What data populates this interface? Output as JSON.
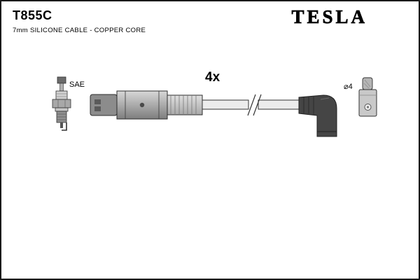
{
  "header": {
    "part_number": "T855C",
    "subtitle": "7mm SILICONE CABLE - COPPER CORE"
  },
  "brand": {
    "name": "TESLA"
  },
  "diagram": {
    "quantity_label": "4x",
    "plug_standard_label": "SAE",
    "diameter_label": "⌀4"
  },
  "colors": {
    "ink": "#000000",
    "background": "#ffffff",
    "metal_gray": "#9a9a9a",
    "boot_dark": "#454545"
  }
}
